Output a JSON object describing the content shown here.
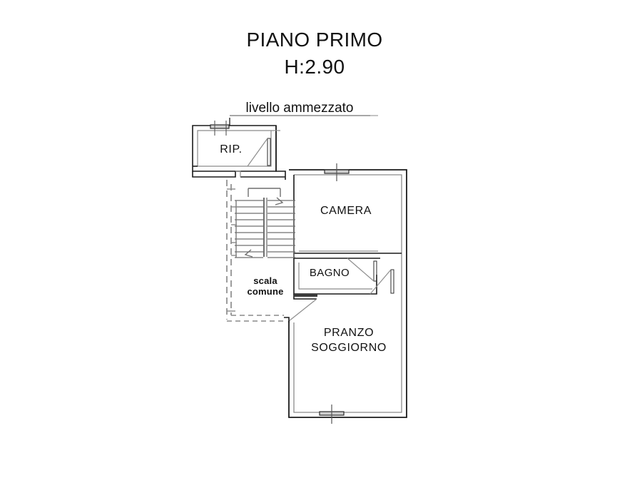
{
  "document": {
    "type": "architectural-floor-plan",
    "title_line1": "PIANO PRIMO",
    "title_line2": "H:2.90",
    "level_note": "livello ammezzato",
    "background_color": "#ffffff",
    "line_color": "#1a1a1a",
    "text_color": "#111111"
  },
  "rooms": [
    {
      "id": "rip",
      "label": "RIP."
    },
    {
      "id": "camera",
      "label": "CAMERA"
    },
    {
      "id": "bagno",
      "label": "BAGNO"
    },
    {
      "id": "pranzo",
      "label_line1": "PRANZO",
      "label_line2": "SOGGIORNO"
    }
  ],
  "annotations": {
    "stair_line1": "scala",
    "stair_line2": "comune"
  },
  "features": {
    "window_rip_top": "window",
    "window_camera_top": "window",
    "window_pranzo_bottom": "window",
    "door_rip": "door-swing",
    "door_bagno_upper": "door-swing",
    "door_bagno_right": "door-swing",
    "door_corridor": "door-swing",
    "stairs": "staircase-common"
  }
}
